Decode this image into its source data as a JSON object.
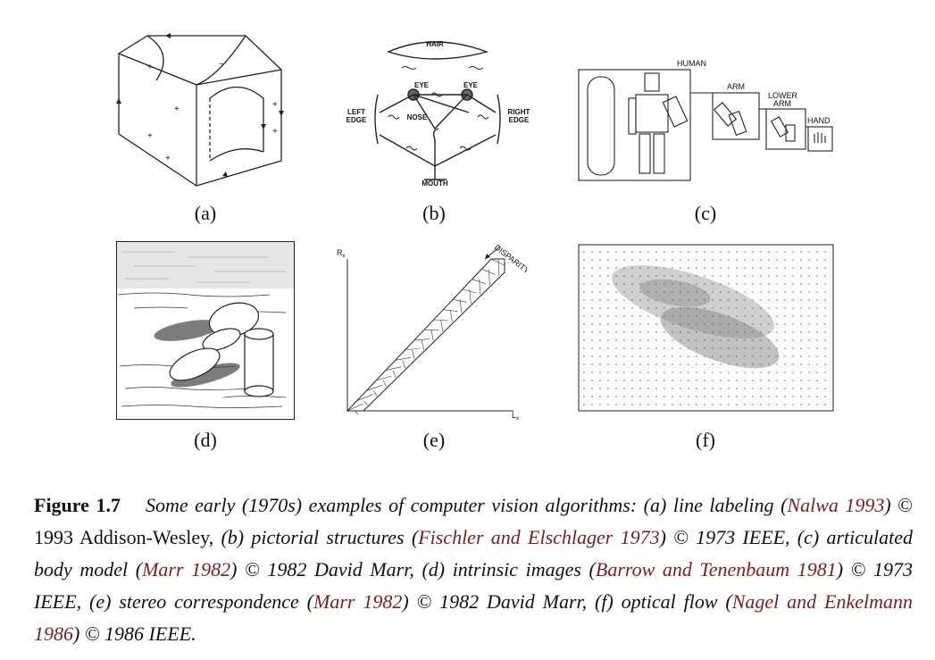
{
  "panels": {
    "a": {
      "label": "(a)"
    },
    "b": {
      "label": "(b)",
      "parts": {
        "hair": "HAIR",
        "eye_left": "EYE",
        "eye_right": "EYE",
        "left_edge_1": "LEFT",
        "left_edge_2": "EDGE",
        "right_edge_1": "RIGHT",
        "right_edge_2": "EDGE",
        "nose": "NOSE",
        "mouth": "MOUTH"
      }
    },
    "c": {
      "label": "(c)",
      "parts": {
        "human": "HUMAN",
        "arm": "ARM",
        "lower_arm_1": "LOWER",
        "lower_arm_2": "ARM",
        "hand": "HAND"
      }
    },
    "d": {
      "label": "(d)"
    },
    "e": {
      "label": "(e)",
      "axis_y": "R",
      "axis_y_sub": "x",
      "axis_x": "L",
      "axis_x_sub": "x",
      "disparity": "DISPARITY"
    },
    "f": {
      "label": "(f)"
    }
  },
  "caption": {
    "figure_number": "Figure 1.7",
    "t1": "Some early (1970s) examples of computer vision algorithms: (a) line labeling (",
    "c1": "Nalwa 1993",
    "t2": ") ",
    "u1": "© 1993 Addison-Wesley, ",
    "t3": "(b) pictorial structures (",
    "c2": "Fischler and Elschlager 1973",
    "t4": ") © 1973 IEEE, (c) articulated body model (",
    "c3": "Marr 1982",
    "t5": ") © 1982 David Marr, (d) intrinsic images (",
    "c4": "Barrow and Tenenbaum 1981",
    "t6": ") © 1973 IEEE, (e) stereo correspondence (",
    "c5": "Marr 1982",
    "t7": ") © 1982 David Marr, (f) optical flow (",
    "c6": "Nagel and Enkelmann 1986",
    "t8": ") © 1986 IEEE."
  }
}
